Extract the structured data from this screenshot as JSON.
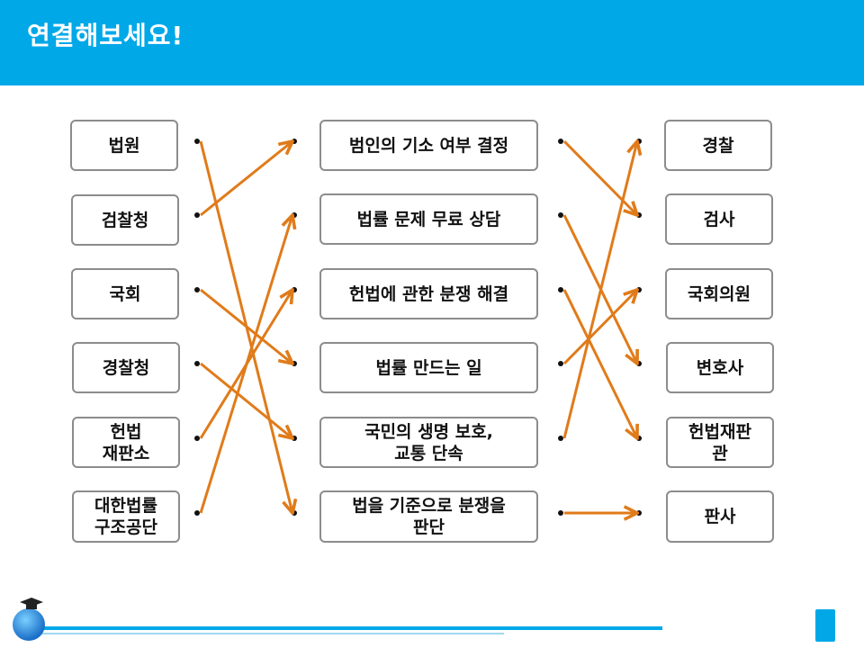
{
  "title": "연결해보세요!",
  "colors": {
    "header": "#00a8e8",
    "arrow": "#e07b1a",
    "box_border": "#8c8c8c"
  },
  "columns": {
    "left": [
      {
        "text": "법원"
      },
      {
        "text": "검찰청"
      },
      {
        "text": "국회"
      },
      {
        "text": "경찰청"
      },
      {
        "text": "헌법\n재판소"
      },
      {
        "text": "대한법률\n구조공단"
      }
    ],
    "middle": [
      {
        "text": "범인의 기소 여부 결정"
      },
      {
        "text": "법률 문제 무료 상담"
      },
      {
        "text": "헌법에 관한 분쟁 해결"
      },
      {
        "text": "법률 만드는 일"
      },
      {
        "text": "국민의 생명 보호,\n교통 단속"
      },
      {
        "text": "법을 기준으로 분쟁을\n판단"
      }
    ],
    "right": [
      {
        "text": "경찰"
      },
      {
        "text": "검사"
      },
      {
        "text": "국회의원"
      },
      {
        "text": "변호사"
      },
      {
        "text": "헌법재판\n관"
      },
      {
        "text": "판사"
      }
    ]
  },
  "connections_left_to_middle": [
    [
      0,
      5
    ],
    [
      1,
      0
    ],
    [
      2,
      3
    ],
    [
      3,
      4
    ],
    [
      4,
      2
    ],
    [
      5,
      1
    ]
  ],
  "connections_middle_to_right": [
    [
      0,
      1
    ],
    [
      1,
      3
    ],
    [
      2,
      4
    ],
    [
      3,
      2
    ],
    [
      4,
      0
    ],
    [
      5,
      5
    ]
  ]
}
